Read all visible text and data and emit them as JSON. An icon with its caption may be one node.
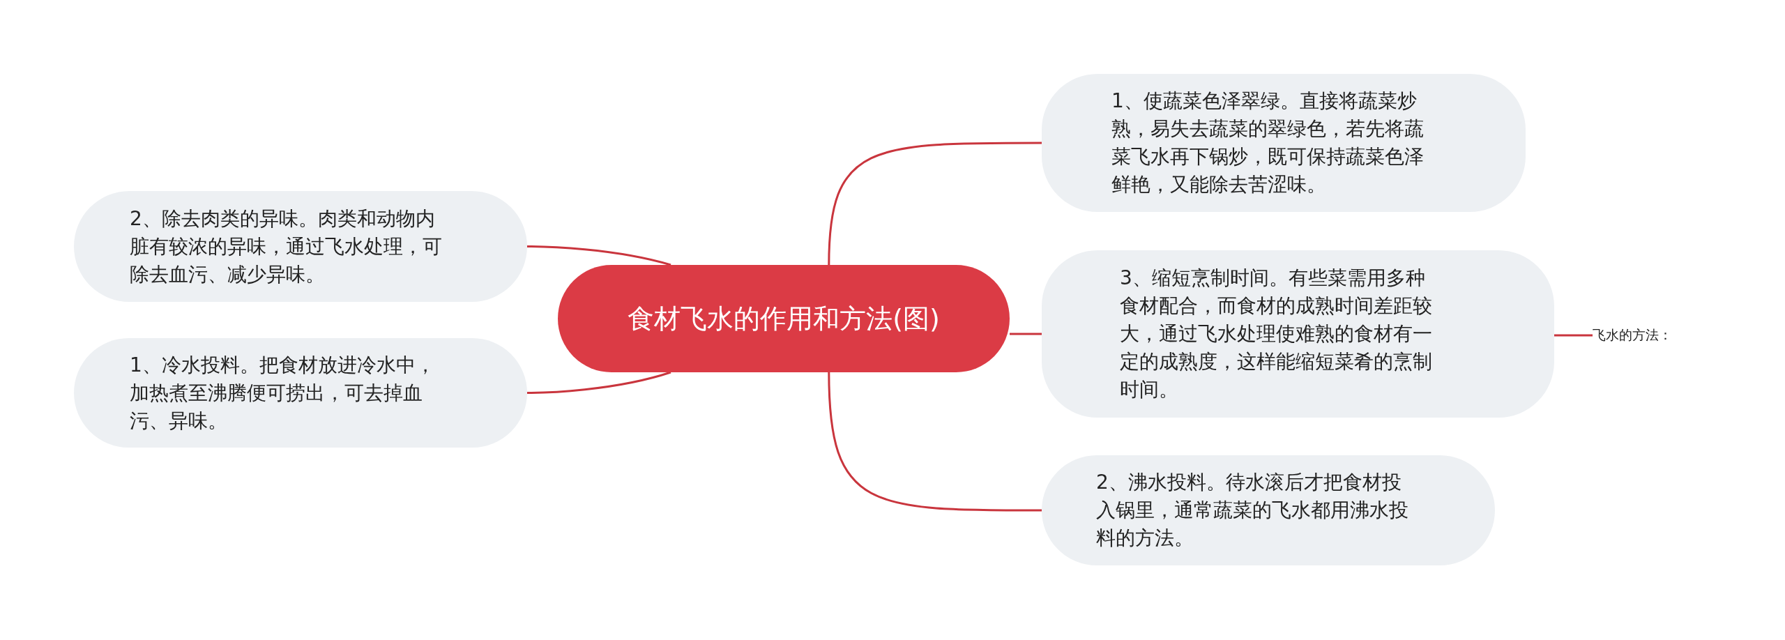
{
  "diagram": {
    "nodes": [
      {
        "text": [
          "食材飞水的作用和方法(图)"
        ]
      },
      {
        "text": [
          "1、使蔬菜色泽翠绿。直接将蔬菜炒熟，易失去蔬菜的翠绿色，若先将蔬菜飞水再下锅炒，既可保持蔬菜色泽鲜艳，又能除去苦涩味。"
        ]
      },
      {
        "text": [
          "2、除去肉类的异味。肉类和动物内脏有较浓的异味，通过飞水处理，可除去血污、减少异味。"
        ]
      },
      {
        "text": [
          "3、缩短烹制时间。有些菜需用多种食材配合，而食材的成熟时间差距较大，通过飞水处理使难熟的食材有一定的成熟度，这样能缩短菜肴的烹制时间。"
        ]
      },
      {
        "text": [
          "1、冷水投料。把食材放进冷水中，加热煮至沸腾便可捞出，可去掉血污、异味。"
        ]
      },
      {
        "text": [
          "2、沸水投料。待水滚后才把食材投入锅里，通常蔬菜的飞水都用沸水投料的方法。"
        ]
      },
      {
        "text": [
          "飞水的方法："
        ]
      }
    ],
    "edges": [
      {
        "from": 0,
        "to": 1,
        "arrow": "none"
      },
      {
        "from": 0,
        "to": 2,
        "arrow": "none"
      },
      {
        "from": 0,
        "to": 3,
        "arrow": "none"
      },
      {
        "from": 0,
        "to": 4,
        "arrow": "none"
      },
      {
        "from": 0,
        "to": 5,
        "arrow": "none"
      },
      {
        "from": 3,
        "to": 6,
        "arrow": "none"
      }
    ]
  }
}
